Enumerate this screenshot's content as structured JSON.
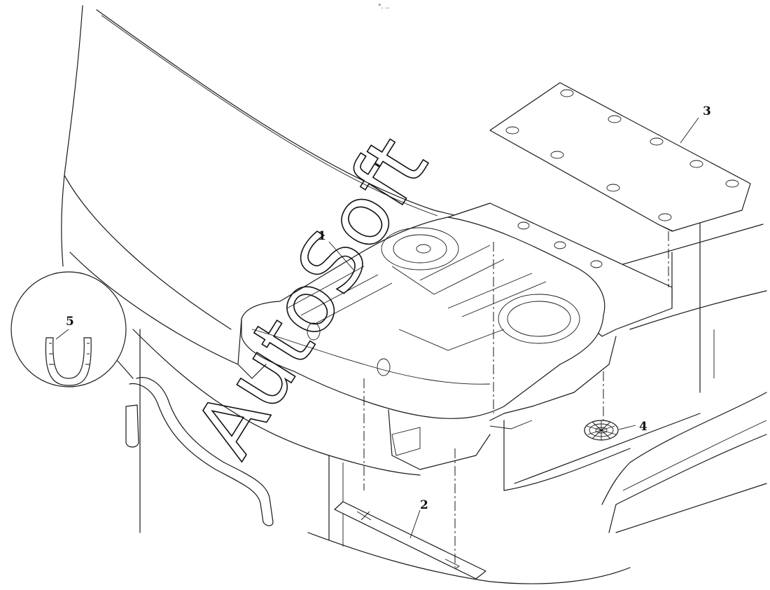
{
  "header_mark": "°․ ‥",
  "callouts": {
    "part_1": "1",
    "part_2": "2",
    "part_3": "3",
    "part_4": "4",
    "part_5": "5"
  },
  "watermark": "AutoSoft",
  "colors": {
    "line": "#1a1a1a",
    "background": "#ffffff"
  }
}
